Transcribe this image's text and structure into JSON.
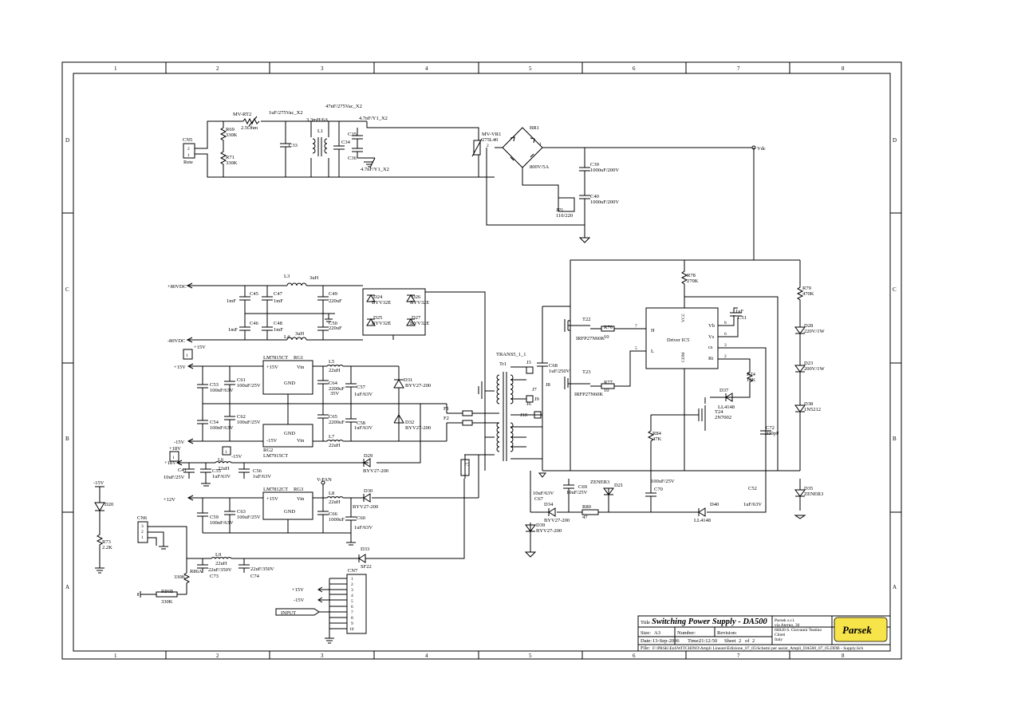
{
  "zones": {
    "cols": [
      "1",
      "2",
      "3",
      "4",
      "5",
      "6",
      "7",
      "8"
    ],
    "rows": [
      "D",
      "C",
      "B",
      "A"
    ]
  },
  "title_block": {
    "title_label": "Title",
    "title": "Switching Power Supply - DA500",
    "size_label": "Size:",
    "size": "A3",
    "number_label": "Number:",
    "revision_label": "Revision:",
    "date_label": "Date:",
    "date": "13-Sep-2006",
    "time_label": "Time:",
    "time": "21:12:50",
    "sheet_label": "Sheet",
    "sheet": "2",
    "of_label": "of",
    "of": "2",
    "file_label": "File:",
    "file": "F:\\PRSK\\EnSWITCHINO\\Ampli Lineare\\Edizione_07_05\\Schemi per assist_Ampli_DA500_07_05.DDB - Supply.Sch",
    "company": [
      "Parsek s.r.l.",
      "via Aterno, 30",
      "66020 S. Giovanni Teatino",
      "Chieti",
      "Italy"
    ],
    "logo": "Parsek"
  },
  "labels": {
    "cn5": "CN5",
    "rete": "Rete",
    "pin2": "2",
    "pin1": "1",
    "mvrt2": "MV-RT2",
    "ohm": "2.5Ohm",
    "c_x2a": "1uF/275Vac_X2",
    "c_x2b": "47nF/275Vac_X2",
    "l1v": "3.3mH/6A",
    "l1": "L1",
    "r69": "R69",
    "r69v": "330K",
    "r71": "R71",
    "r71v": "330K",
    "c33": "C33",
    "c34": "C34",
    "c35": "C35",
    "c36": "C36",
    "c35v": "4.7nF/Y1_X2",
    "c36v": "4.7nF/Y1_X2",
    "mvvr1": "MV-VR1",
    "mvvr1v": "275L40",
    "br1": "BR1",
    "br1v": "800V/5A",
    "vdc": "Vdc",
    "c39": "C39",
    "c39v": "1000uF/200V",
    "c40": "C40",
    "c40v": "1000uF/200V",
    "jp1": "JP1",
    "jp1v": "110/220",
    "p80": "+80VDC",
    "m80": "-80VDC",
    "l3": "L3",
    "l3v": "3uH",
    "l4": "L4",
    "l4v": "3uH",
    "c45": "C45",
    "c46": "C46",
    "c47": "C47",
    "c48": "C48",
    "c49": "C49",
    "c50": "C50",
    "c1mf": "1mF",
    "c220": "220uF",
    "d24": "D24",
    "d25": "D25",
    "d26": "D26",
    "d27": "D27",
    "byv32e": "BYV32E",
    "p15": "+15V",
    "m15": "-15V",
    "rg1": "RG1",
    "lm7815": "LM7815CT",
    "rg2": "RG2",
    "lm7915": "LM7915CT",
    "rg3": "RG3",
    "lm7812": "LM7812CT",
    "gnd": "GND",
    "vin": "Vin",
    "c53": "C53",
    "c54": "C54",
    "c59": "C59",
    "c61": "C61",
    "c62": "C62",
    "c63": "C63",
    "c100n": "100nF/63V",
    "c100u25": "100uF/25V",
    "l5": "L5",
    "l7": "L7",
    "l8": "L8",
    "l22": "22uH",
    "c64": "C64",
    "c65": "C65",
    "c66": "C66",
    "c57": "C57",
    "c58": "C58",
    "c60": "C60",
    "c2200": "2200uF",
    "c35v2": "35V",
    "c1u63": "1uF/63V",
    "c1000": "1000uF",
    "d31": "D31",
    "d32": "D32",
    "d29": "D29",
    "d30": "D30",
    "d33": "D33",
    "byv27": "BYV27-200",
    "sf22": "SF22",
    "p18": "+18V",
    "j18": "+18V",
    "c41": "C41",
    "c41v": "10uF/25V",
    "l6": "L6",
    "c55": "C55",
    "c56": "C56",
    "vfan": "V-FAN",
    "p12": "+12V",
    "trans": "TRANS5_1_1",
    "tr1": "Tr1",
    "f1": "F1",
    "f2": "F2",
    "f3": "F3",
    "j3": "J3",
    "j6": "J6",
    "j7": "J7",
    "j8": "J8",
    "j9": "J9",
    "j10": "J10",
    "c68": "C68",
    "c68v": "1uF/250V",
    "t22": "T22",
    "t23": "T23",
    "irf": "IRFP27N60K",
    "r76": "R76",
    "r77": "R77",
    "r10": "10",
    "ic5": "Driver IC5",
    "vcc": "VCC",
    "vb": "Vb",
    "vs": "Vs",
    "cs": "cs",
    "rt": "Rt",
    "com": "COM",
    "h": "H",
    "l": "L",
    "c51": "C51",
    "c1uf": "1uF",
    "r78": "R78",
    "r78v": "270K",
    "r79": "R79",
    "r79v": "470K",
    "d28": "D28",
    "d23": "D23",
    "d220": "220V/1W",
    "d200": "200V/1W",
    "d38": "D38",
    "d38v": "1N5212",
    "r74": "R74",
    "r74v": "18K",
    "d37": "D37",
    "ll4148": "LL4148",
    "t24": "T24",
    "t24v": "2N7002",
    "c72": "C72",
    "c72v": "330pF",
    "r84": "R84",
    "r84v": "47K",
    "d21": "D21",
    "zener3": "ZENER3",
    "c69": "C69",
    "c69v": "10uF/25V",
    "c70": "C70",
    "c70v": "100uF/25V",
    "c52": "C52",
    "c52v": "1uF/63V",
    "d35": "D35",
    "d40": "D40",
    "c67": "C67",
    "c67v": "10uF/63V",
    "d34": "D34",
    "d39": "D39",
    "r80": "R80",
    "r80v": "47",
    "m15b": "-15V",
    "d20": "D20",
    "r73": "R73",
    "r73v": "2.2K",
    "cn6": "CN6",
    "cn7": "CN7",
    "l9": "L9",
    "c73": "C73",
    "c74": "C74",
    "c22u": "22uF/350V",
    "r86a": "R86A",
    "r86b": "R86B",
    "r330": "330K",
    "input": "INPUT",
    "p15b": "+15V",
    "m15c": "-15V",
    "n1": "1",
    "n2": "2",
    "n3": "3",
    "n4": "4",
    "n5": "5",
    "n6": "6",
    "n7": "7",
    "n8": "8",
    "n9": "9",
    "n10": "10"
  }
}
